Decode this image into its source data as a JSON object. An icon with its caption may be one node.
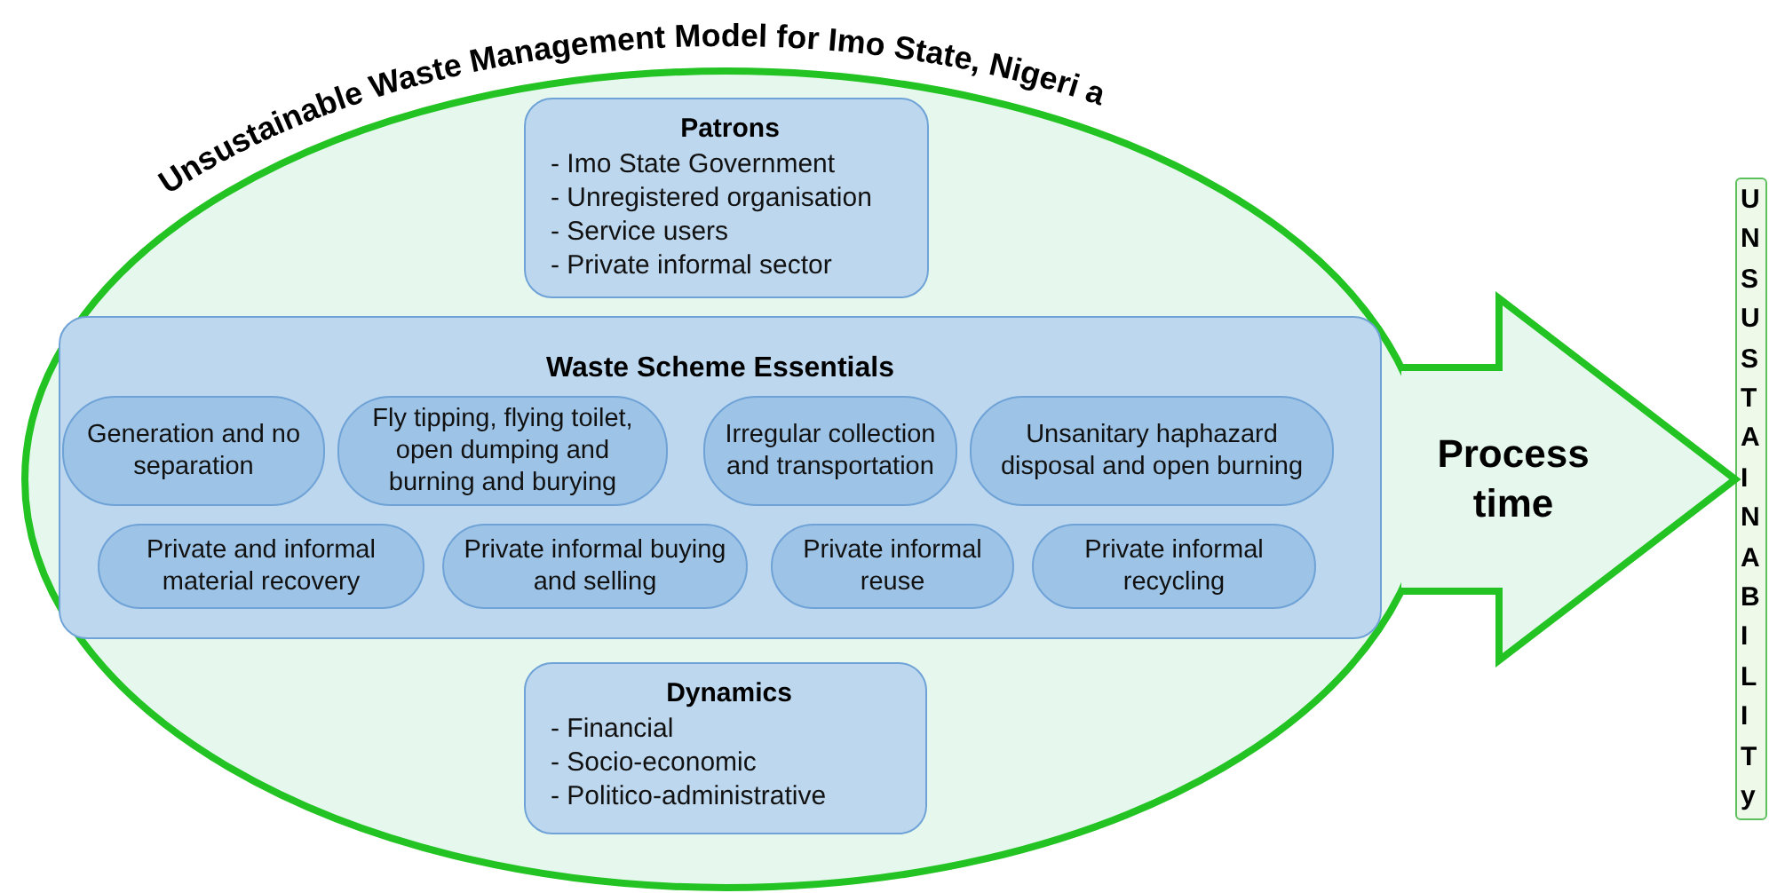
{
  "diagram": {
    "title": "Unsustainable Waste Management Model for Imo State, Nigeri a",
    "nodes": [
      {
        "text": [],
        "shape": "ellipse"
      },
      {
        "text": [
          "Patrons",
          "- Imo State Government",
          "- Unregistered organisation",
          "- Service users",
          "- Private informal sector"
        ],
        "in": 0
      },
      {
        "text": [
          "Waste Scheme Essentials"
        ],
        "in": 0
      },
      {
        "text": [
          "Generation and no separation"
        ],
        "in": 2
      },
      {
        "text": [
          "Fly tipping, flying toilet, open dumping and burning and burying"
        ],
        "in": 2
      },
      {
        "text": [
          "Irregular collection and transportation"
        ],
        "in": 2
      },
      {
        "text": [
          "Unsanitary haphazard disposal and open burning"
        ],
        "in": 2
      },
      {
        "text": [
          "Private and informal material recovery"
        ],
        "in": 2
      },
      {
        "text": [
          "Private informal buying and selling"
        ],
        "in": 2
      },
      {
        "text": [
          "Private informal reuse"
        ],
        "in": 2
      },
      {
        "text": [
          "Private informal recycling"
        ],
        "in": 2
      },
      {
        "text": [
          "Dynamics",
          "- Financial",
          "- Socio-economic",
          "- Politico-administrative"
        ],
        "in": 0
      },
      {
        "text": [
          "UNSUSTAINABILITy"
        ]
      }
    ],
    "edges": [
      {
        "from": 0,
        "to": 12,
        "arrow": "to",
        "label": "Process time",
        "style": "thick"
      }
    ]
  }
}
